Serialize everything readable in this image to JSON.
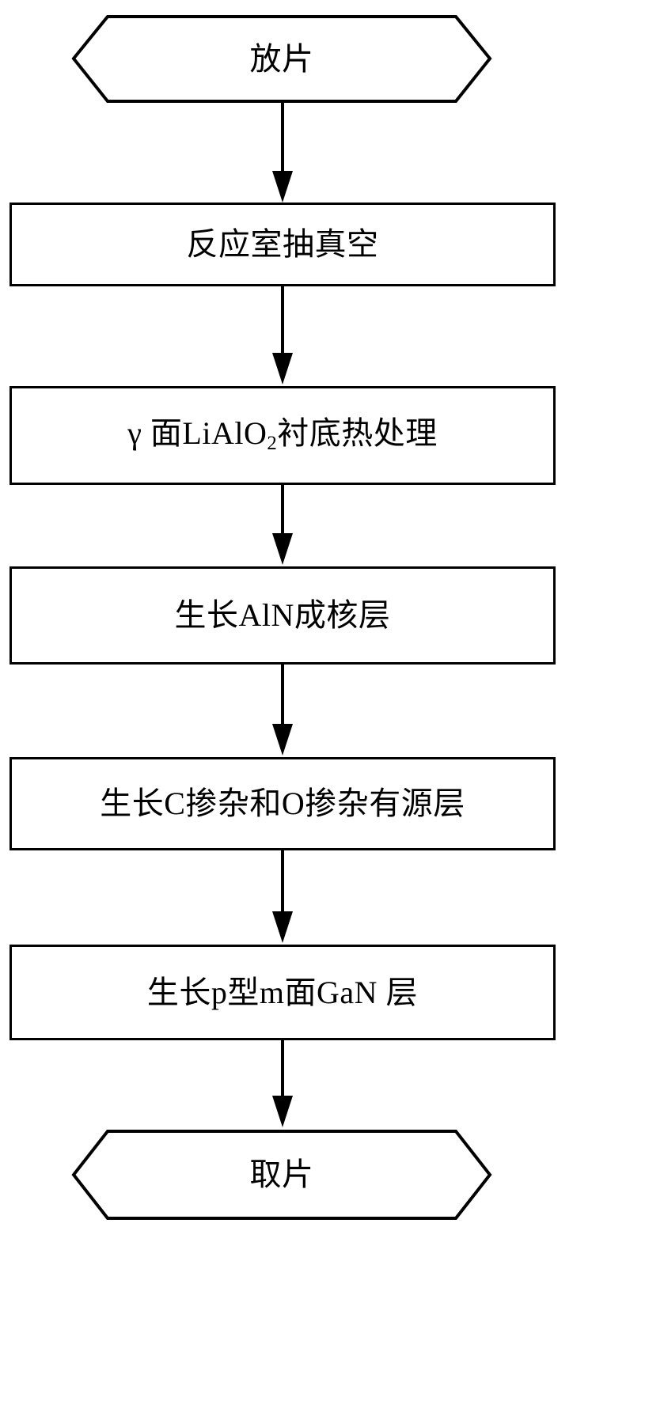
{
  "diagram": {
    "type": "flowchart",
    "orientation": "vertical",
    "title": "",
    "stroke_color": "#000000",
    "fill_color": "#ffffff",
    "nodes": [
      {
        "id": "start",
        "shape": "hexagon",
        "label": "放片"
      },
      {
        "id": "step1",
        "shape": "rectangle",
        "label": "反应室抽真空"
      },
      {
        "id": "step2",
        "shape": "rectangle",
        "label_prefix": "γ 面LiAlO",
        "label_sub": "2",
        "label_suffix": "衬底热处理",
        "label": "γ 面LiAlO2衬底热处理"
      },
      {
        "id": "step3",
        "shape": "rectangle",
        "label": "生长AlN成核层"
      },
      {
        "id": "step4",
        "shape": "rectangle",
        "label": "生长C掺杂和O掺杂有源层"
      },
      {
        "id": "step5",
        "shape": "rectangle",
        "label": "生长p型m面GaN 层"
      },
      {
        "id": "end",
        "shape": "hexagon",
        "label": "取片"
      }
    ],
    "edges": [
      {
        "from": "start",
        "to": "step1",
        "arrow": "down"
      },
      {
        "from": "step1",
        "to": "step2",
        "arrow": "down"
      },
      {
        "from": "step2",
        "to": "step3",
        "arrow": "down"
      },
      {
        "from": "step3",
        "to": "step4",
        "arrow": "down"
      },
      {
        "from": "step4",
        "to": "step5",
        "arrow": "down"
      },
      {
        "from": "step5",
        "to": "end",
        "arrow": "down"
      }
    ]
  }
}
